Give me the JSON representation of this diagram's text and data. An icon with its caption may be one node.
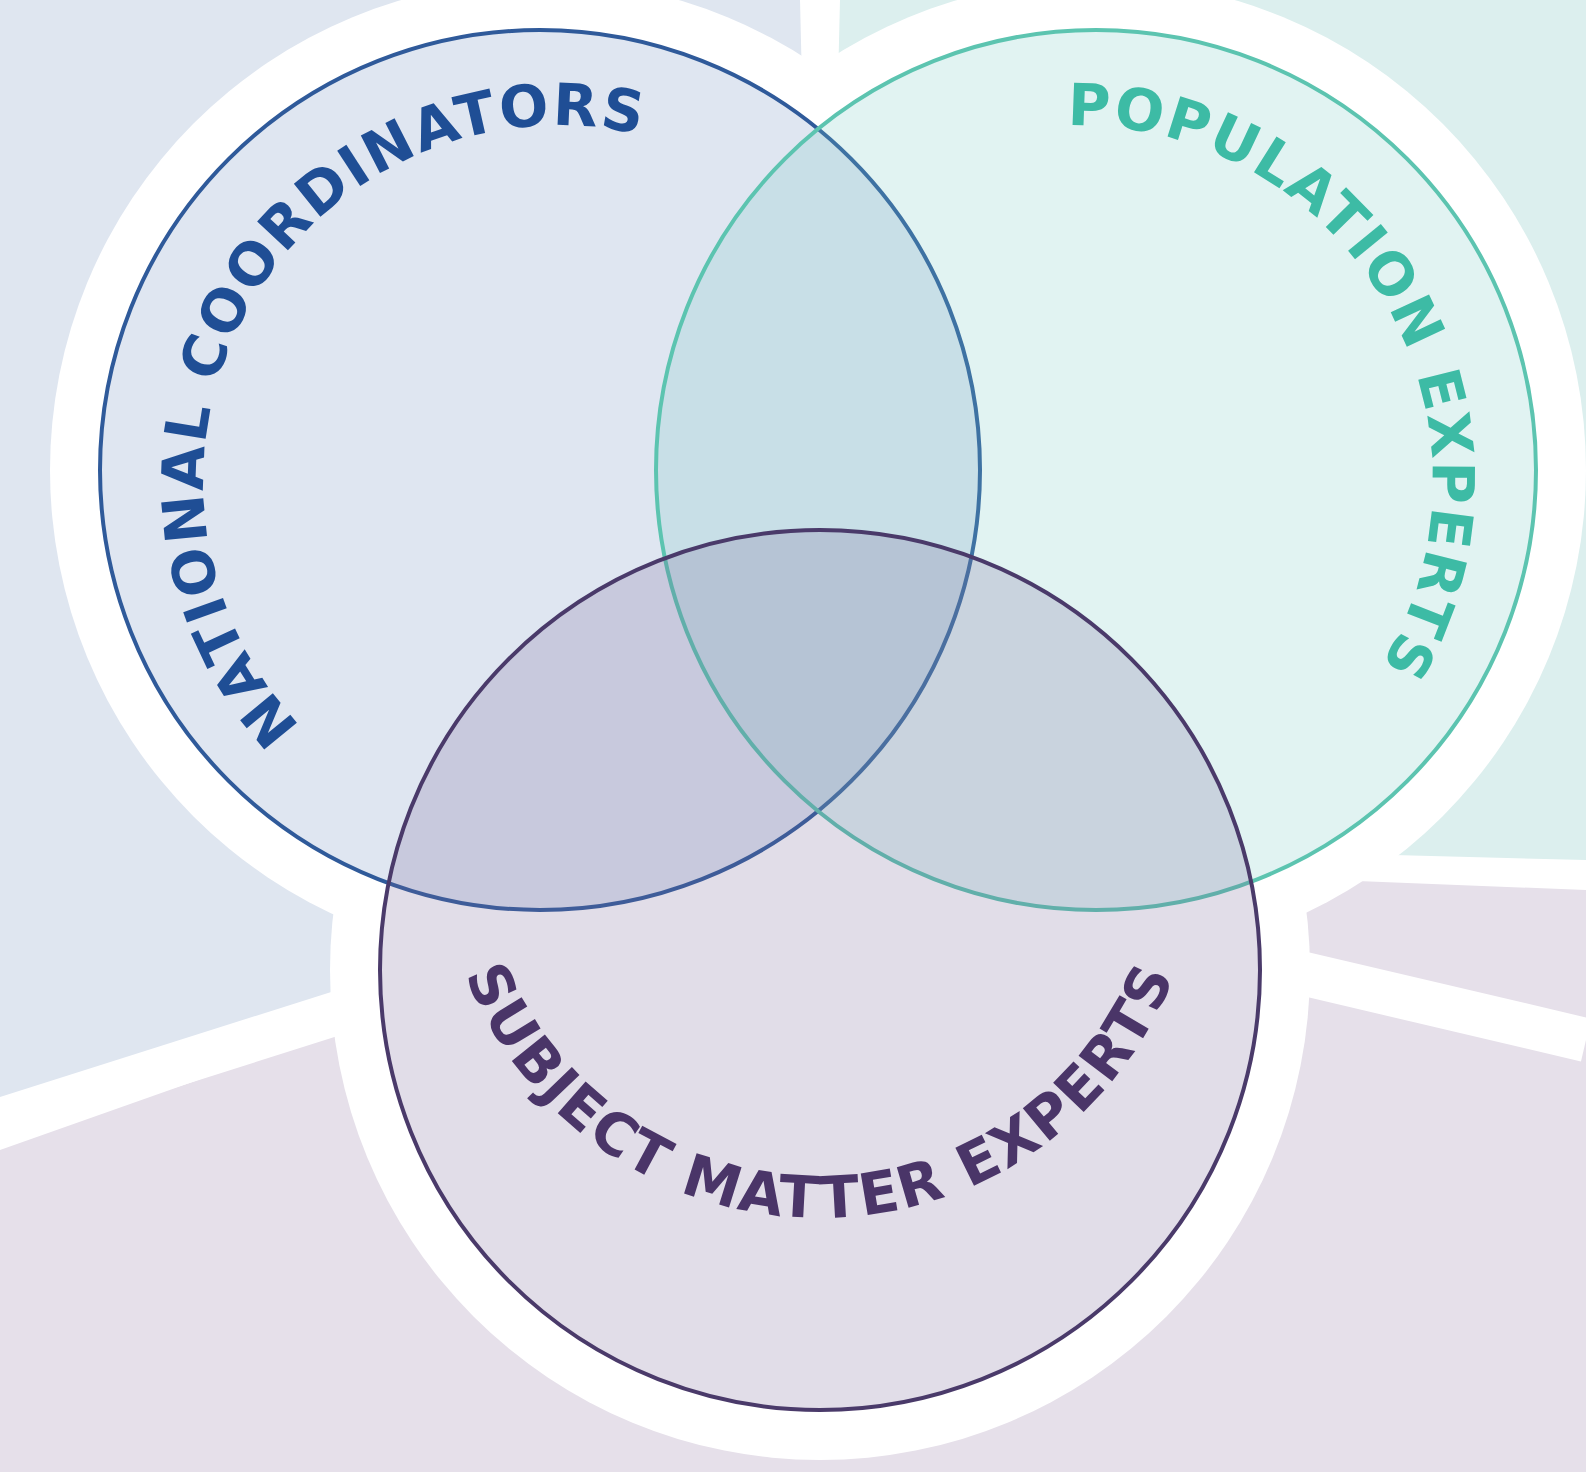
{
  "diagram": {
    "nodes": [
      {
        "text": [
          "NATIONAL COORDINATORS"
        ]
      },
      {
        "text": [
          "POPULATION EXPERTS"
        ]
      },
      {
        "text": [
          "SUBJECT MATTER EXPERTS"
        ]
      }
    ]
  }
}
